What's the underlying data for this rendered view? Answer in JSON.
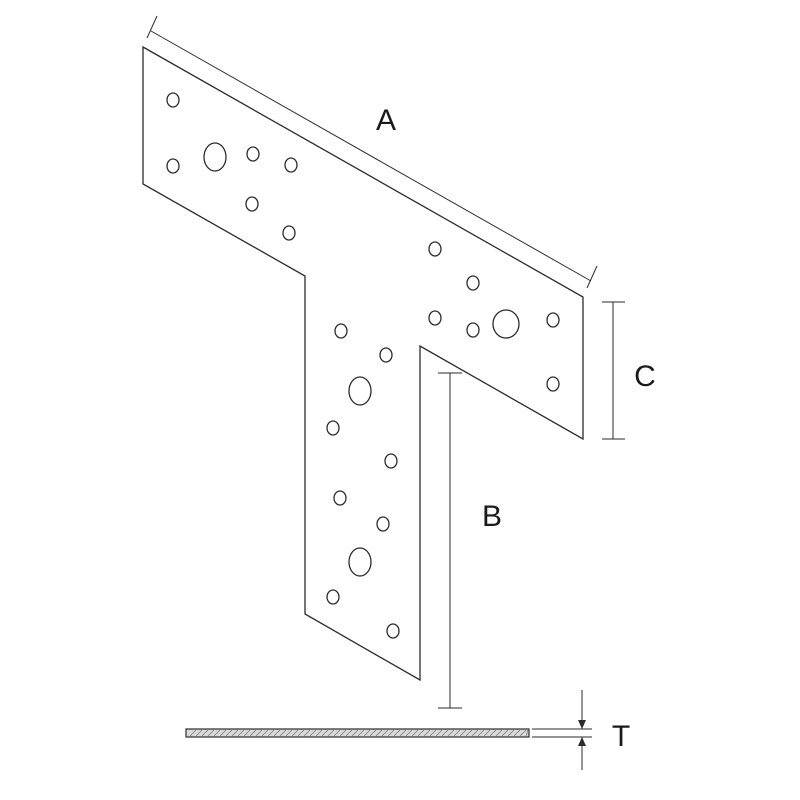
{
  "dimensions": {
    "a": "A",
    "b": "B",
    "c": "C",
    "t": "T"
  },
  "colors": {
    "line": "#2b2b2b",
    "plate_fill": "#ffffff",
    "section_fill": "#d9d9d9"
  }
}
